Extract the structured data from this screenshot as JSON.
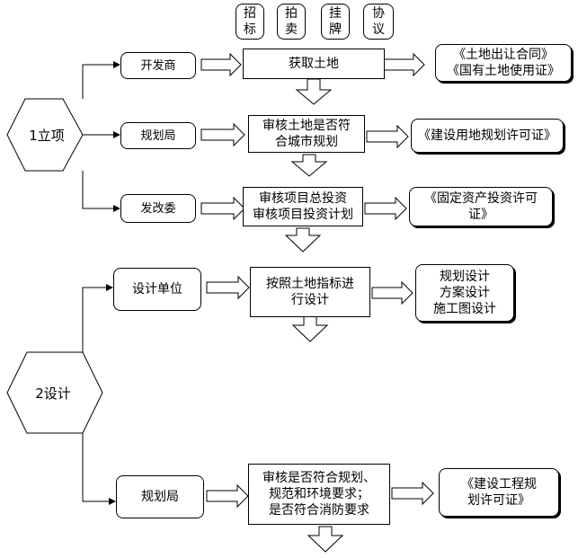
{
  "methods": [
    "招\n标",
    "拍\n卖",
    "挂\n牌",
    "协\n议"
  ],
  "stage1": {
    "label": "1立项",
    "rows": [
      {
        "agency": "开发商",
        "task": "获取土地",
        "result": "《土地出让合同》\n《国有土地使用证》"
      },
      {
        "agency": "规划局",
        "task": "审核土地是否符\n合城市规划",
        "result": "《建设用地规划许可证》"
      },
      {
        "agency": "发改委",
        "task": "审核项目总投资\n审核项目投资计划",
        "result": "《固定资产投资许可\n证》"
      }
    ]
  },
  "stage2": {
    "label": "2设计",
    "rows": [
      {
        "agency": "设计单位",
        "task": "按照土地指标进\n行设计",
        "result": "规划设计\n方案设计\n施工图设计"
      },
      {
        "agency": "规划局",
        "task": "审核是否符合规划、\n规范和环境要求；\n是否符合消防要求",
        "result": "《建设工程规\n划许可证》"
      }
    ]
  }
}
